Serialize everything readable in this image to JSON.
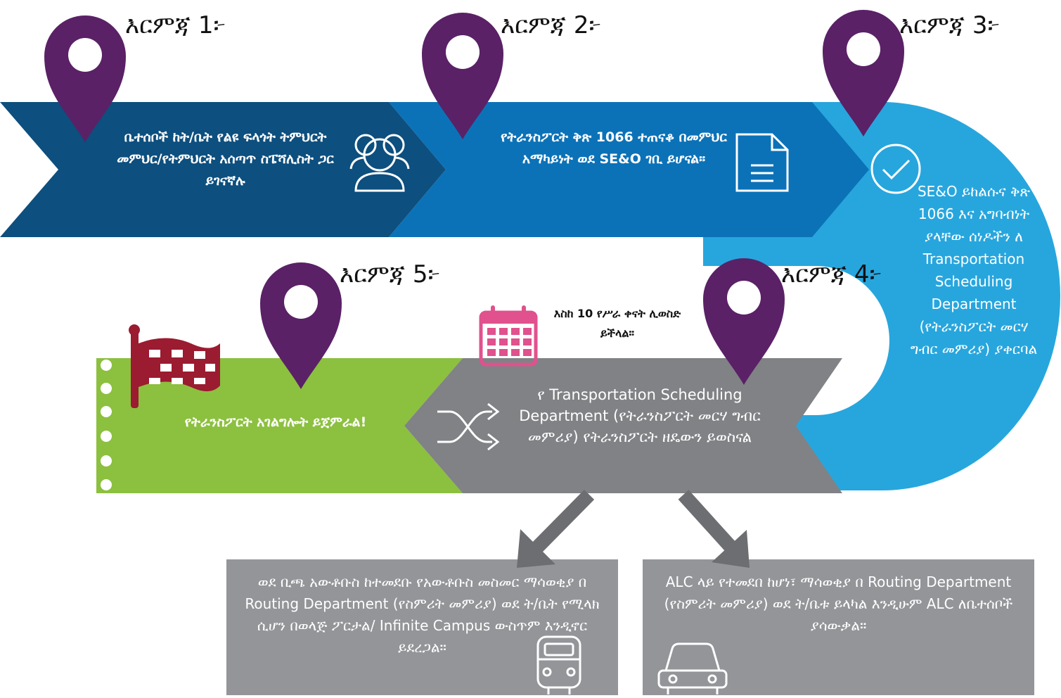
{
  "colors": {
    "step1_band": "#0d4f7e",
    "step2_band": "#0b72b8",
    "step3_band": "#27a6de",
    "step4_band": "#808285",
    "step5_band": "#8cc03f",
    "outcome_box": "#939598",
    "pin": "#5a2166",
    "calendar": "#e0518d",
    "flag": "#9b1b30"
  },
  "steps": {
    "step1": {
      "label": "እርምጃ 1፦",
      "text": "ቤተሰቦች ከት/ቤት የልዩ ፍላጎት ትምህርት መምህር/የትምህርት አሰጣጥ ስፔሻሊስት ጋር ይገናኛሉ",
      "icon": "group-people-icon"
    },
    "step2": {
      "label": "እርምጃ 2፦",
      "text": "የትራንስፖርት ቅጽ 1066 ተጠናቆ በመምህር አማካይነት ወደ SE&O ገቢ ይሆናል።",
      "icon": "document-icon"
    },
    "step3": {
      "label": "እርምጃ 3፦",
      "text": "SE&O ይከልሱና ቅጽ 1066 እና አግባብነት ያላቸው ሰነዶችን ለ Transportation Scheduling Department (የትራንስፖርት መርሃ ግብር መምሪያ) ያቀርባል",
      "icon": "checkmark-circle-icon"
    },
    "step4": {
      "label": "እርምጃ 4፦",
      "text": "የ Transportation Scheduling Department (የትራንስፖርት መርሃ ግብር መምሪያ) የትራንስፖርት ዘዴውን ይወስናል",
      "icon": "shuffle-icon"
    },
    "step5": {
      "label": "እርምጃ 5፦",
      "text": "የትራንስፖርት አገልግሎት ይጀምራል!",
      "icon": "flag-icon"
    }
  },
  "timeframe": {
    "text": "እስከ 10 የሥራ ቀናት ሊወስድ ይችላል።",
    "icon": "calendar-icon"
  },
  "outcomes": [
    {
      "text": "ወደ ቢጫ አውቶቡስ ከተመደቡ የአውቶቡስ መስመር ማሳወቂያ በ Routing Department (የስምሪት መምሪያ) ወደ ት/ቤት የሚላክ ሲሆን በወላጅ ፖርታል/ Infinite Campus ውስጥም እንዲኖር ይደረጋል።",
      "icon": "bus-icon"
    },
    {
      "text": "ALC ላይ የተመደበ ከሆነ፣ ማሳወቂያ በ Routing Department (የስምሪት መምሪያ) ወደ ት/ቤቱ ይላካል እንዲሁም ALC ለቤተሰቦች ያሳውቃል።",
      "icon": "car-icon"
    }
  ]
}
